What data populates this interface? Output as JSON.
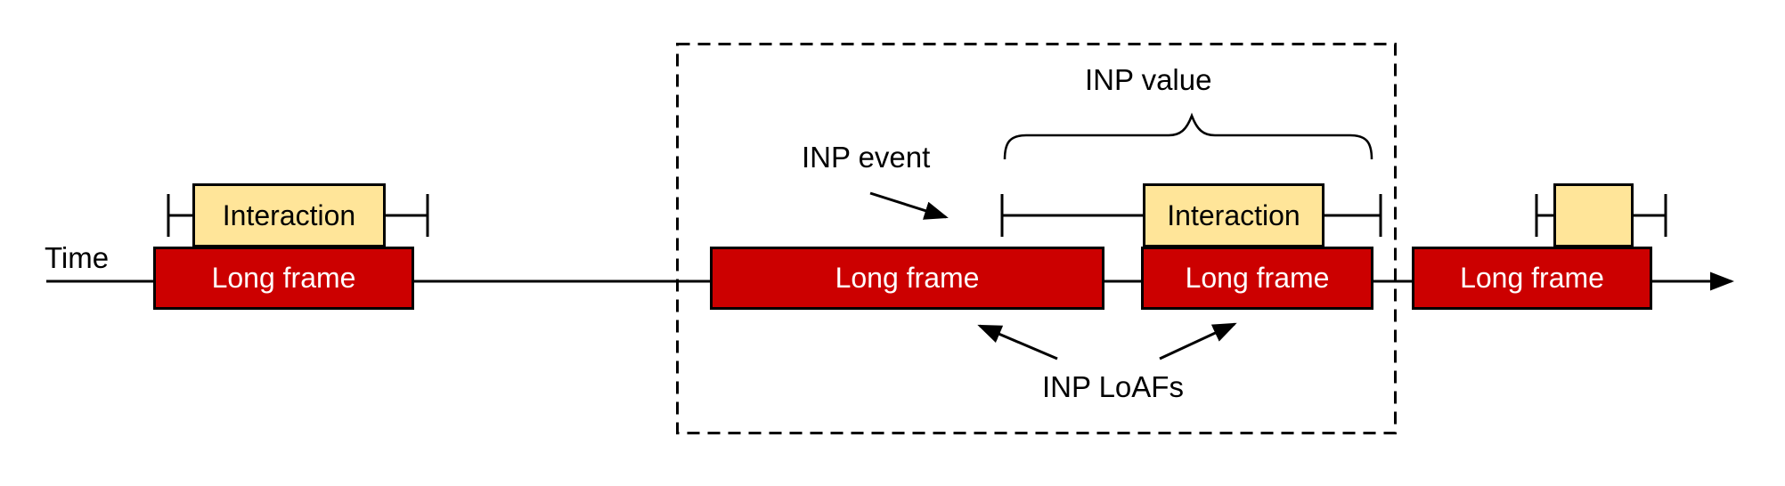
{
  "colors": {
    "frame_red": "#cc0000",
    "interaction_yellow": "#ffe599",
    "ink": "#000000",
    "background": "#ffffff"
  },
  "timeline": {
    "axis_label": "Time"
  },
  "annotations": {
    "inp_event": "INP event",
    "inp_value": "INP value",
    "inp_loafs": "INP LoAFs"
  },
  "long_frames": [
    {
      "label": "Long frame"
    },
    {
      "label": "Long frame"
    },
    {
      "label": "Long frame"
    },
    {
      "label": "Long frame"
    }
  ],
  "interactions": [
    {
      "label": "Interaction"
    },
    {
      "label": "Interaction"
    },
    {
      "label": ""
    }
  ]
}
